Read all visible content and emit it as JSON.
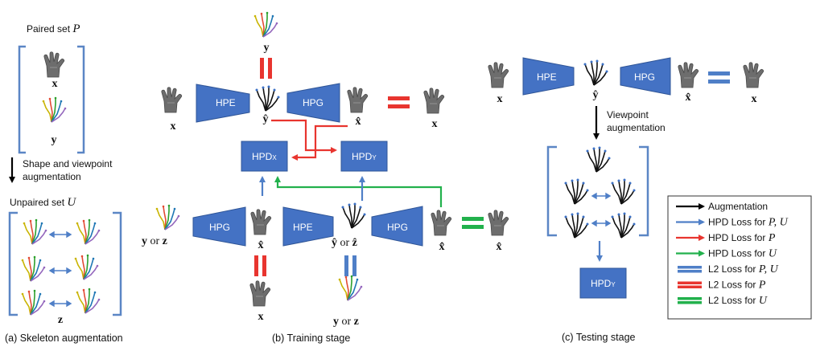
{
  "colors": {
    "block": "#4472c4",
    "block_stroke": "#2f5597",
    "red": "#e8352f",
    "blue": "#4f7fc7",
    "green": "#22b14c",
    "black": "#000000",
    "bracket": "#5b86c5",
    "hand": "#6d6d6d"
  },
  "icons": {
    "depth_hand": "hand-depth-icon",
    "skeleton": "skeleton-icon"
  },
  "panel_a": {
    "paired_set_label": "Paired set",
    "paired_set_symbol": "P",
    "x": "x",
    "y": "y",
    "shape_line1": "Shape and viewpoint",
    "shape_line2": "augmentation",
    "unpaired_set_label": "Unpaired set",
    "unpaired_set_symbol": "U",
    "z": "z",
    "caption": "(a) Skeleton augmentation"
  },
  "panel_b": {
    "hpe": "HPE",
    "hpg": "HPG",
    "hpdx_main": "HPD",
    "hpdx_sub": "X",
    "hpdy_main": "HPD",
    "hpdy_sub": "Y",
    "x": "x",
    "y_hat": "ŷ",
    "x_hat": "x̂",
    "y": "y",
    "x_hat_hat": "x̂̂",
    "y_or_z_prefix": "y",
    "or": "or",
    "z": "z",
    "y_hat_or": "ŷ",
    "z_hat": "ẑ",
    "caption": "(b) Training stage"
  },
  "panel_c": {
    "hpe": "HPE",
    "hpg": "HPG",
    "x": "x",
    "y_hat": "ŷ",
    "x_hat": "x̂",
    "viewpoint_line1": "Viewpoint",
    "viewpoint_line2": "augmentation",
    "hpdy_main": "HPD",
    "hpdy_sub": "Y",
    "caption": "(c) Testing stage"
  },
  "legend": {
    "items": [
      {
        "kind": "arrow",
        "color": "black",
        "label": "Augmentation",
        "symbol": ""
      },
      {
        "kind": "arrow",
        "color": "blue",
        "label": "HPD Loss for",
        "symbol": "P, U"
      },
      {
        "kind": "arrow",
        "color": "red",
        "label": "HPD Loss for",
        "symbol": "P"
      },
      {
        "kind": "arrow",
        "color": "green",
        "label": "HPD Loss for",
        "symbol": "U"
      },
      {
        "kind": "bars",
        "color": "blue",
        "label": "L2 Loss for",
        "symbol": "P, U"
      },
      {
        "kind": "bars",
        "color": "red",
        "label": "L2 Loss for",
        "symbol": "P"
      },
      {
        "kind": "bars",
        "color": "green",
        "label": "L2 Loss for",
        "symbol": "U"
      }
    ]
  }
}
